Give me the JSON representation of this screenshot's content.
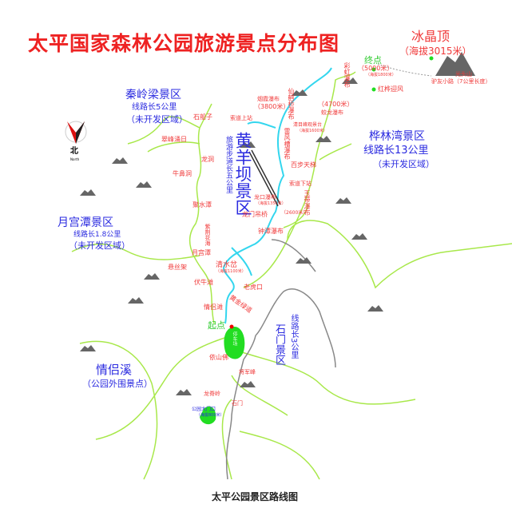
{
  "title": "太平国家森林公园旅游景点分布图",
  "caption": "太平公园景区路线图",
  "compass": {
    "label": "北",
    "sub": "North"
  },
  "peak": {
    "name": "冰晶顶",
    "altitude": "（海拔3015米）",
    "mountain": "光头山",
    "trail": "驴友小路（7公里长度）"
  },
  "end": {
    "label": "终点",
    "distance": "（5000米）",
    "altitude": "（海拔1800米）"
  },
  "start": {
    "label": "起点",
    "parking": "停车场"
  },
  "zones": {
    "qinling": {
      "name": "秦岭梁景区",
      "length": "线路长5公里",
      "note": "（未开发区域）"
    },
    "yuegong": {
      "name": "月宫潭景区",
      "length": "线路长1.8公里",
      "note": "（未开发区域）"
    },
    "hualin": {
      "name": "桦林湾景区",
      "length": "线路长13公里",
      "note": "（未开发区域）"
    },
    "huangyangba": {
      "name": "黄羊坝景区",
      "trail": "旅游步道长五公里"
    },
    "shimen": {
      "name": "石门景区",
      "length": "线路长3公里"
    },
    "qinglvxi": {
      "name": "情侣溪",
      "note": "（公园外围景点）"
    }
  },
  "spots": {
    "hongHua": "红桦迎风",
    "caihong": "彩虹瀑布",
    "xianhe": "仙鹤桥瀑布",
    "yanxia": "烟霞瀑布",
    "yanxiaDist": "（3800米）",
    "jiaolongDist": "（4700米）",
    "jiaolong": "蛟龙瀑布",
    "suodaoUp": "索道上站",
    "qingmu": "清目峰观景台",
    "qingmuAlt": "（海拔1600米）",
    "leifeng": "雷风槽瀑布",
    "baibu": "百步天梯",
    "suodaoDown": "索道下站",
    "yudai": "玉带瀑布",
    "longkou": "龙口瀑布",
    "longkouAlt": "（海拔1350米）",
    "dist2600": "（2600米）",
    "longmen": "龙门吊桥",
    "zhongtan": "钟潭瀑布",
    "shichuan": "石船子",
    "cuifeng": "翠峰涌日",
    "longdong": "龙洞",
    "nibi": "牛鼻洞",
    "jushui": "聚水潭",
    "zijing": "紫荆花海",
    "yuegong": "月宫潭",
    "xuansi": "悬丝架",
    "qingshui": "清水岔",
    "qingshuiAlt": "（海拔1100米）",
    "funiu": "伏牛滩",
    "laohu": "老虎口",
    "qinglvtan": "情侣滩",
    "huangjin": "黄金绿道",
    "yishan": "依山佛",
    "jiangjun": "将军峰",
    "longji": "龙脊岭",
    "shimen": "石门",
    "gate": "公园大门口",
    "gateAlt": "（海拔800米）"
  },
  "colors": {
    "title": "#ee2222",
    "label": "#f03a3a",
    "zone": "#2b2be0",
    "trail": "#a8e84a",
    "river": "#33d6ee",
    "start": "#22dd22"
  }
}
